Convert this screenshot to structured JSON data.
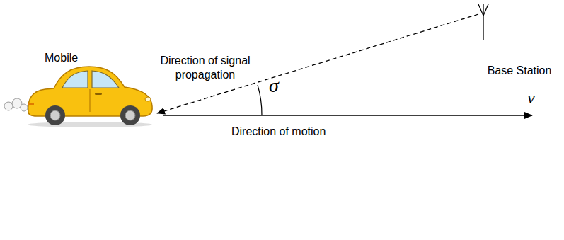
{
  "diagram": {
    "nodes": [
      {
        "text": [
          "Mobile"
        ]
      },
      {
        "text": [
          "Base Station"
        ]
      }
    ],
    "edges": [
      {
        "from": 1,
        "to": 0,
        "arrow": "to",
        "label": "Direction of signal propagation"
      }
    ],
    "labels": [
      "σ",
      "v",
      "Direction of motion"
    ]
  }
}
